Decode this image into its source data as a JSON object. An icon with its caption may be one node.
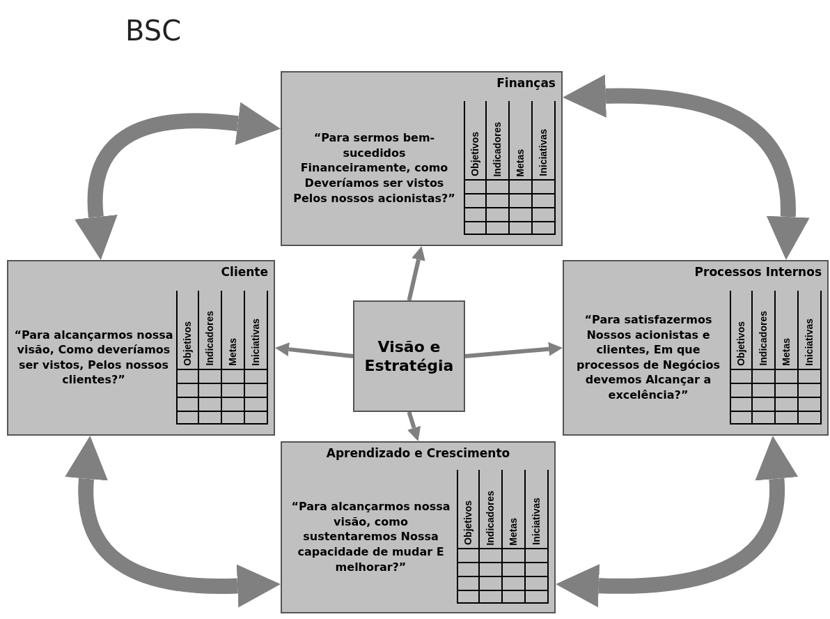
{
  "diagram": {
    "title": "BSC",
    "nodes": [
      {
        "text": [
          "Finanças",
          "“Para sermos bem-sucedidos Financeiramente, como Deveríamos ser vistos Pelos nossos acionistas?”",
          "Objetivos",
          "Indicadores",
          "Metas",
          "Iniciativas"
        ]
      },
      {
        "text": [
          "Cliente",
          "“Para alcançarmos nossa visão, Como deveríamos ser vistos, Pelos nossos clientes?”",
          "Objetivos",
          "Indicadores",
          "Metas",
          "Iniciativas"
        ]
      },
      {
        "text": [
          "Visão e Estratégia"
        ]
      },
      {
        "text": [
          "Processos Internos",
          "“Para satisfazermos Nossos acionistas e clientes, Em que processos de Negócios devemos Alcançar a excelência?”",
          "Objetivos",
          "Indicadores",
          "Metas",
          "Iniciativas"
        ]
      },
      {
        "text": [
          "Aprendizado e Crescimento",
          "“Para alcançarmos nossa visão, como sustentaremos Nossa capacidade de mudar E melhorar?”",
          "Objetivos",
          "Indicadores",
          "Metas",
          "Iniciativas"
        ]
      }
    ],
    "edges": [
      {
        "from": 2,
        "to": 0,
        "arrow": "to"
      },
      {
        "from": 2,
        "to": 1,
        "arrow": "to"
      },
      {
        "from": 2,
        "to": 3,
        "arrow": "to"
      },
      {
        "from": 2,
        "to": 4,
        "arrow": "to"
      },
      {
        "from": 1,
        "to": 0,
        "arrow": "both",
        "style": "thick"
      },
      {
        "from": 0,
        "to": 3,
        "arrow": "both",
        "style": "thick"
      },
      {
        "from": 1,
        "to": 4,
        "arrow": "both",
        "style": "thick"
      },
      {
        "from": 4,
        "to": 3,
        "arrow": "both",
        "style": "thick"
      }
    ]
  }
}
